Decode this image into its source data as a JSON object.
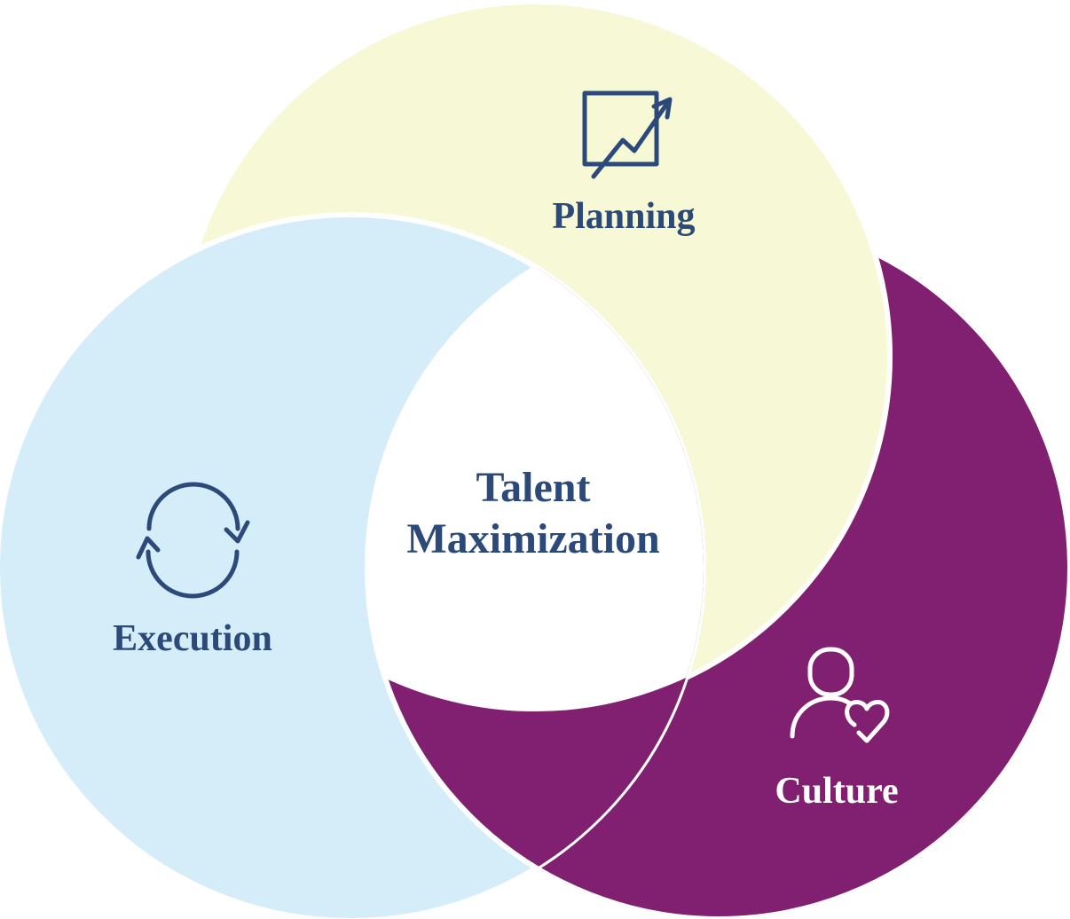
{
  "diagram": {
    "center_label": [
      "Talent",
      "Maximization"
    ],
    "circles": [
      {
        "label": "Planning",
        "icon": "growth-chart-icon",
        "color": "#F7F8D6",
        "text_color": "#2B4A7A"
      },
      {
        "label": "Execution",
        "icon": "refresh-cycle-icon",
        "color": "#D5EDF8",
        "text_color": "#2B4A7A"
      },
      {
        "label": "Culture",
        "icon": "person-heart-icon",
        "color": "#812070",
        "text_color": "#FFFFFF"
      }
    ],
    "intersection_color": "#FFFFFF"
  }
}
